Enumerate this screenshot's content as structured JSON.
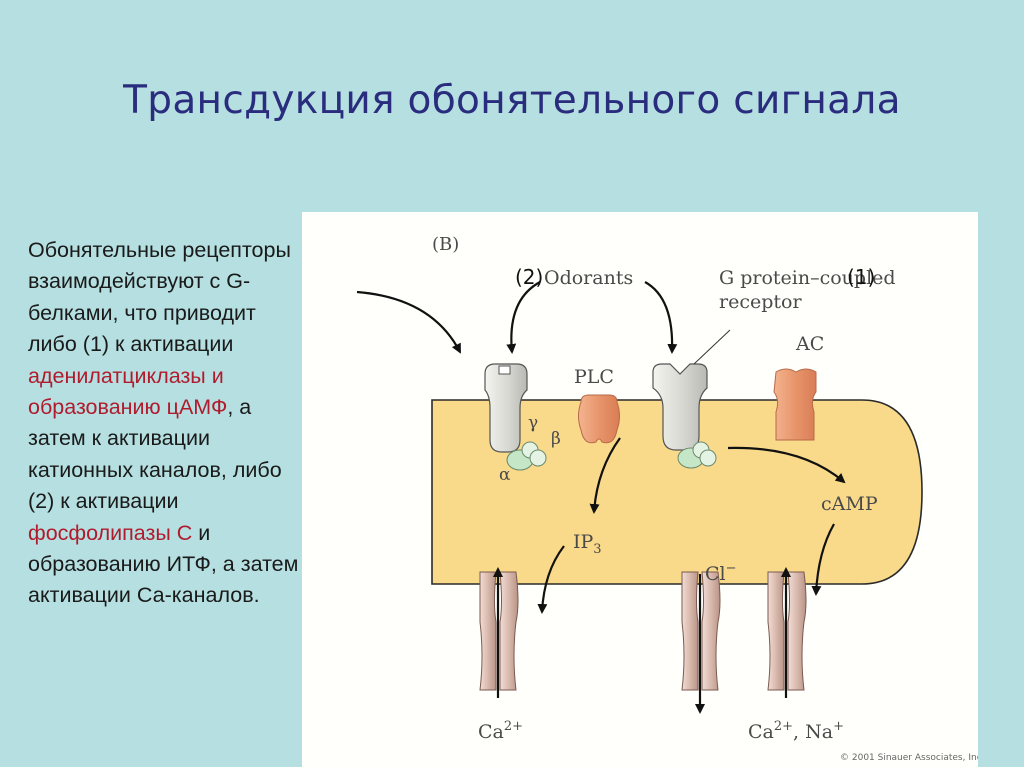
{
  "title": "Трансдукция обонятельного сигнала",
  "description": {
    "p1": "Обонятельные рецепторы взаимодействуют с G-белками, что приводит либо (1) к активации ",
    "hl1": "аденилатциклазы и образованию цАМФ",
    "p2": ", а затем к активации катионных каналов, либо (2) к активации ",
    "hl2": "фосфолипазы С",
    "p3": " и образованию ИТФ, а затем активации Са-каналов."
  },
  "figure": {
    "panel_label": "(B)",
    "marker_2": "(2)",
    "marker_1": "(1)",
    "odorants": "Odorants",
    "receptor_label_1": "G protein–coupled",
    "receptor_label_2": "receptor",
    "ac": "AC",
    "plc": "PLC",
    "gamma": "γ",
    "beta": "β",
    "alpha": "α",
    "camp": "cAMP",
    "ip": "IP",
    "ip_sub": "3",
    "cl": "Cl",
    "cl_sup": "−",
    "ca_left": "Ca",
    "ca_left_sup": "2+",
    "ca_right": "Ca",
    "ca_right_sup": "2+",
    "na": ", Na",
    "na_sup": "+",
    "copyright": "© 2001 Sinauer Associates, Inc."
  },
  "colors": {
    "background": "#b5dfe0",
    "title": "#2a2d7e",
    "highlight": "#b01c2e",
    "cell": "#f9d98a",
    "enzyme": "#e8956b",
    "receptor": "#d8d8d2",
    "g_protein": "#c6e6c8",
    "channel": "#d9b9ad"
  }
}
